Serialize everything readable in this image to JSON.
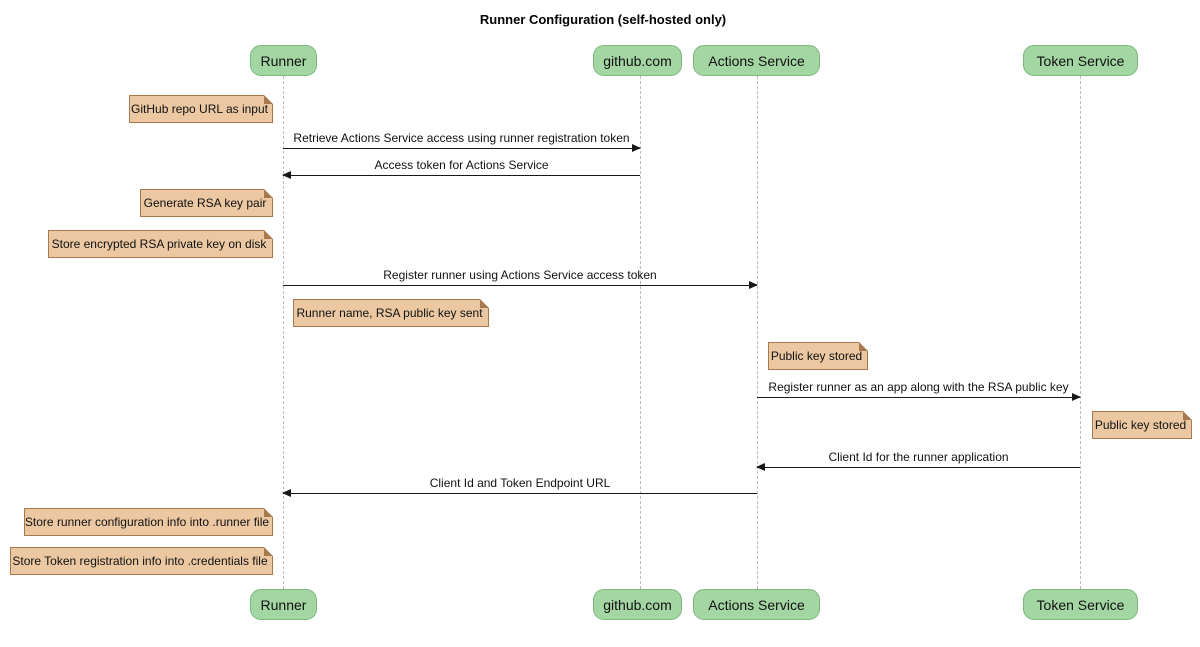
{
  "title": "Runner Configuration (self-hosted only)",
  "colors": {
    "participant_fill": "#a3d6a3",
    "participant_border": "#7cb77c",
    "note_fill": "#ebc8a2",
    "note_border": "#a6794f",
    "lifeline": "#bbbbbb",
    "arrow": "#181818",
    "background": "#ffffff"
  },
  "participants": [
    {
      "label": "Runner"
    },
    {
      "label": "github.com"
    },
    {
      "label": "Actions Service"
    },
    {
      "label": "Token Service"
    }
  ],
  "messages": [
    {
      "label": "Retrieve Actions Service access using runner registration token",
      "from": "Runner",
      "to": "github.com",
      "direction": "right"
    },
    {
      "label": "Access token for Actions Service",
      "from": "github.com",
      "to": "Runner",
      "direction": "left"
    },
    {
      "label": "Register runner using Actions Service access token",
      "from": "Runner",
      "to": "Actions Service",
      "direction": "right"
    },
    {
      "label": "Register runner as an app along with the RSA public key",
      "from": "Actions Service",
      "to": "Token Service",
      "direction": "right"
    },
    {
      "label": "Client Id for the runner application",
      "from": "Token Service",
      "to": "Actions Service",
      "direction": "left"
    },
    {
      "label": "Client Id and Token Endpoint URL",
      "from": "Actions Service",
      "to": "Runner",
      "direction": "left"
    }
  ],
  "notes": [
    {
      "label": "GitHub repo URL as input",
      "anchor": "Runner",
      "side": "left"
    },
    {
      "label": "Generate RSA key pair",
      "anchor": "Runner",
      "side": "left"
    },
    {
      "label": "Store encrypted RSA private key on disk",
      "anchor": "Runner",
      "side": "left"
    },
    {
      "label": "Runner name, RSA public key sent",
      "anchor": "Runner",
      "side": "right"
    },
    {
      "label": "Public key stored",
      "anchor": "Actions Service",
      "side": "right"
    },
    {
      "label": "Public key stored",
      "anchor": "Token Service",
      "side": "right"
    },
    {
      "label": "Store runner configuration info into .runner file",
      "anchor": "Runner",
      "side": "left"
    },
    {
      "label": "Store Token registration info into .credentials file",
      "anchor": "Runner",
      "side": "left"
    }
  ]
}
